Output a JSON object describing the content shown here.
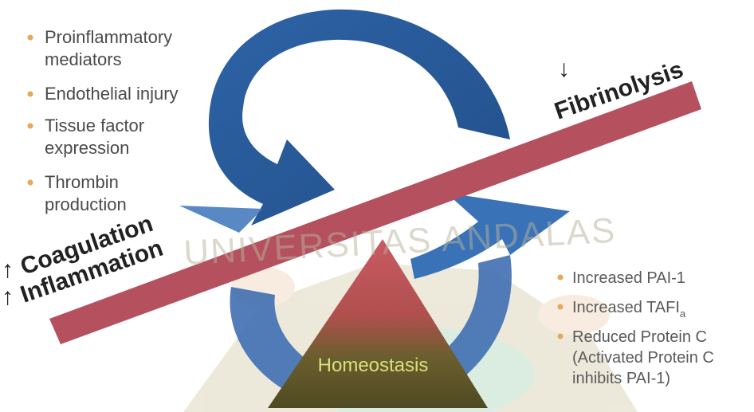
{
  "watermark": {
    "text": "UNIVERSITAS ANDALAS"
  },
  "left_list": [
    {
      "lines": [
        "Proinflammatory",
        "mediators"
      ]
    },
    {
      "lines": [
        "Endothelial injury"
      ]
    },
    {
      "lines": [
        "Tissue factor",
        "expression"
      ]
    },
    {
      "lines": [
        "Thrombin",
        "production"
      ]
    }
  ],
  "right_list": [
    {
      "lines": [
        "Increased PAI-1"
      ]
    },
    {
      "lines": [
        "Increased TAFI"
      ],
      "subscript": "a"
    },
    {
      "lines": [
        "Reduced Protein C",
        "(Activated Protein C",
        "inhibits PAI-1)"
      ]
    }
  ],
  "labels": {
    "fibrinolysis": "Fibrinolysis",
    "coagulation": "Coagulation",
    "inflammation": "Inflammation",
    "homeostasis": "Homeostasis",
    "down_arrow": "↓",
    "up_arrow": "↑"
  },
  "colors": {
    "cycle_arrow": "#2a5b9c",
    "bar": "#b8505f",
    "triangle_top": "#c85a62",
    "triangle_bottom": "#5e5a2c",
    "bullet": "#e8a85a"
  },
  "icons": [
    "down-arrow-icon",
    "up-arrow-icon",
    "cycle-arrow-icon"
  ]
}
